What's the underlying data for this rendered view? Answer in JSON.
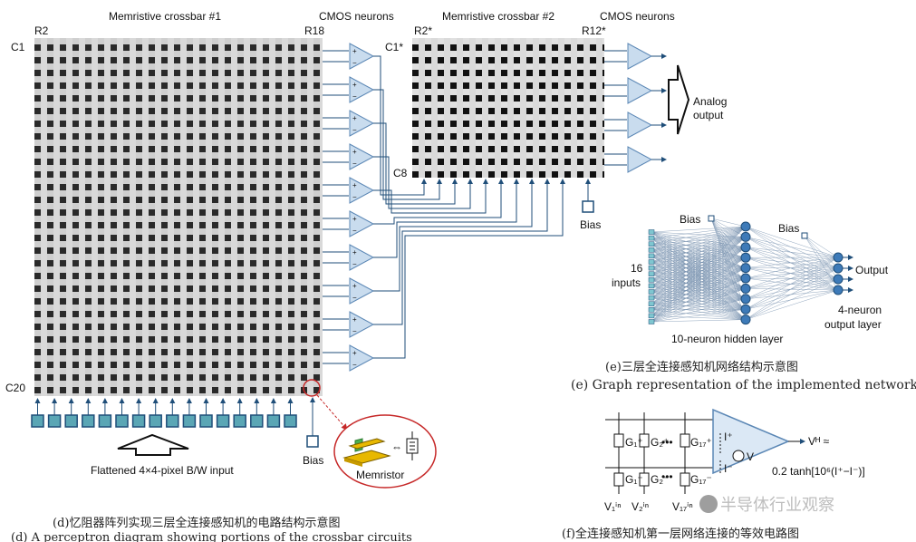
{
  "panel_d": {
    "crossbar1_title": "Memristive crossbar #1",
    "cmos1_title": "CMOS neurons",
    "crossbar2_title": "Memristive crossbar  #2",
    "cmos2_title": "CMOS neurons",
    "row_label_top1": "R2",
    "row_label_right1": "R18",
    "col_label_top1": "C1",
    "col_label_bottom1": "C20",
    "row_label_top2": "R2*",
    "row_label_right2": "R12*",
    "col_label_top2": "C1*",
    "col_label_bottom2": "C8",
    "bias_label_1": "Bias",
    "bias_label_2": "Bias",
    "analog_output_line1": "Analog",
    "analog_output_line2": "output",
    "input_label": "Flattened 4×4-pixel B/W input",
    "memristor_label": "Memristor",
    "caption_cn": "(d)忆阻器阵列实现三层全连接感知机的电路结构示意图",
    "caption_en": "(d) A perceptron diagram showing portions of the crossbar circuits"
  },
  "panel_e": {
    "bias_hidden": "Bias",
    "bias_output": "Bias",
    "inputs_count": "16",
    "inputs_label": "inputs",
    "output_label": "Output",
    "output_layer_line1": "4-neuron",
    "output_layer_line2": "output layer",
    "hidden_layer_label": "10-neuron hidden layer",
    "caption_cn": "(e)三层全连接感知机网络结构示意图",
    "caption_en": "(e) Graph representation of the implemented network"
  },
  "panel_f": {
    "g1p": "G₁⁺",
    "g2p": "G₂⁺",
    "g17p": "G₁₇⁺",
    "g1m": "G₁⁻",
    "g2m": "G₂⁻",
    "g17m": "G₁₇⁻",
    "iplus": "I⁺",
    "iminus": "I⁻",
    "v_label": "V",
    "vh_label": "Vᴴ ≈",
    "tanh_label": "0.2 tanh[10⁶(I⁺−I⁻)]",
    "v1": "V₁ⁱⁿ",
    "v2": "V₂ⁱⁿ",
    "v17": "V₁₇ⁱⁿ",
    "watermark": "半导体行业观察",
    "caption_cn": "(f)全连接感知机第一层网络连接的等效电路图"
  }
}
